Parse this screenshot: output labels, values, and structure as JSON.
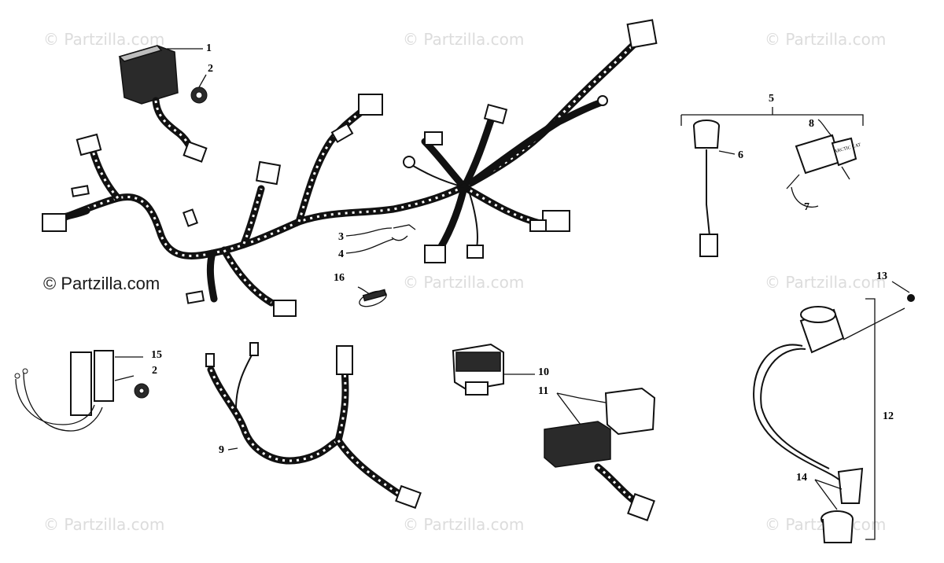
{
  "watermark": "© Partzilla.com",
  "watermark_main": "© Partzilla.com",
  "callouts": {
    "c1": "1",
    "c2a": "2",
    "c2b": "2",
    "c3": "3",
    "c4": "4",
    "c5": "5",
    "c6": "6",
    "c7": "7",
    "c8": "8",
    "c9": "9",
    "c10": "10",
    "c11": "11",
    "c12": "12",
    "c13": "13",
    "c14": "14",
    "c15": "15",
    "c16": "16"
  },
  "key_tag": "ARCTIC CAT"
}
